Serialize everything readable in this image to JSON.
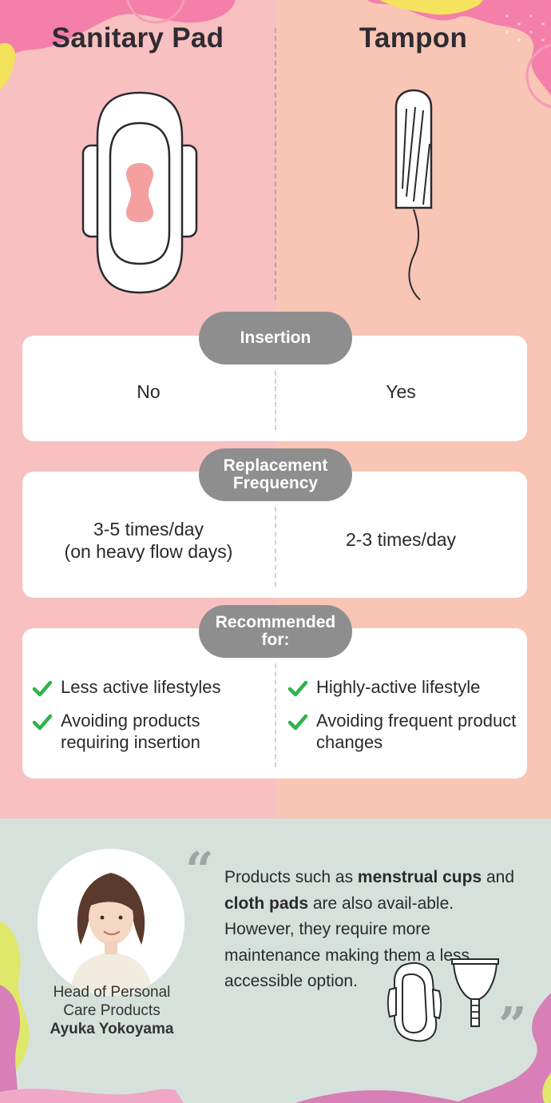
{
  "columns": {
    "left_title": "Sanitary Pad",
    "right_title": "Tampon"
  },
  "sections": {
    "insertion": {
      "label": "Insertion",
      "left": "No",
      "right": "Yes"
    },
    "replacement": {
      "label_line1": "Replacement",
      "label_line2": "Frequency",
      "left_line1": "3-5 times/day",
      "left_line2": "(on heavy flow days)",
      "right": "2-3 times/day"
    },
    "recommended": {
      "label_line1": "Recommended",
      "label_line2": "for:",
      "left_items": [
        "Less active lifestyles",
        "Avoiding products requiring insertion"
      ],
      "right_items": [
        "Highly-active lifestyle",
        "Avoiding frequent product changes"
      ]
    }
  },
  "expert": {
    "role_line1": "Head of Personal",
    "role_line2": "Care Products",
    "name": "Ayuka Yokoyama",
    "quote": {
      "p1": "Products such as ",
      "b1": "menstrual cups",
      "p2": " and ",
      "b2": "cloth pads",
      "p3": " are also avail-able. However, they require more maintenance making them a less accessible option."
    }
  },
  "colors": {
    "left_bg": "#f8c0c0",
    "right_bg": "#f9c5b5",
    "pill": "#8e8e8e",
    "check": "#2eb34a",
    "pad_accent": "#f4a0a0",
    "bottom_bg": "#d7e1dc"
  },
  "icons": [
    "sanitary-pad-icon",
    "tampon-icon",
    "check-icon",
    "quote-open-icon",
    "quote-close-icon",
    "menstrual-cup-icon",
    "cloth-pad-icon"
  ]
}
